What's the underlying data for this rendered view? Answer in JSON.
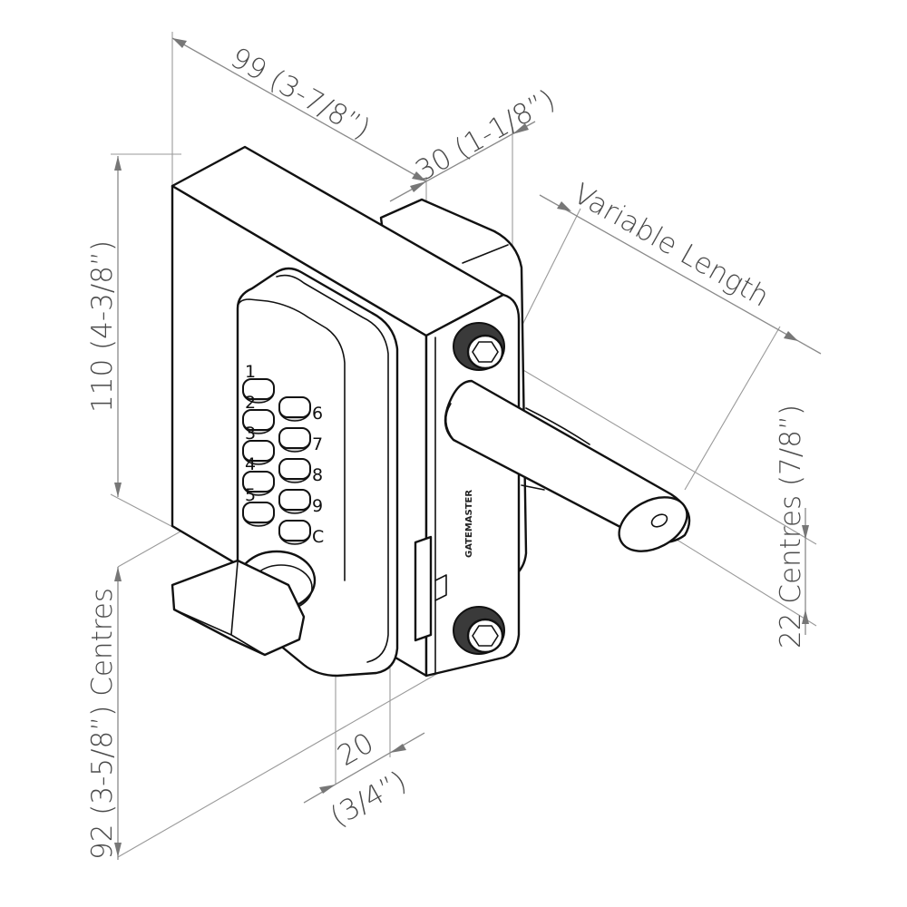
{
  "dimensions": {
    "width": "99 (3-7/8”)",
    "depth": "30 (1-1/8”)",
    "bolt": "Variable Length",
    "height": "110 (4-3/8”)",
    "spindle_centres": "22 Centres (7/8”)",
    "fixing_centres": "92 (3-5/8”) Centres",
    "backset_mm": "20",
    "backset_in": "(3/4”)"
  },
  "keypad": {
    "left_column": [
      "1",
      "2",
      "3",
      "4",
      "5"
    ],
    "right_column": [
      "6",
      "7",
      "8",
      "9",
      "C"
    ]
  },
  "brand": "GATEMASTER"
}
